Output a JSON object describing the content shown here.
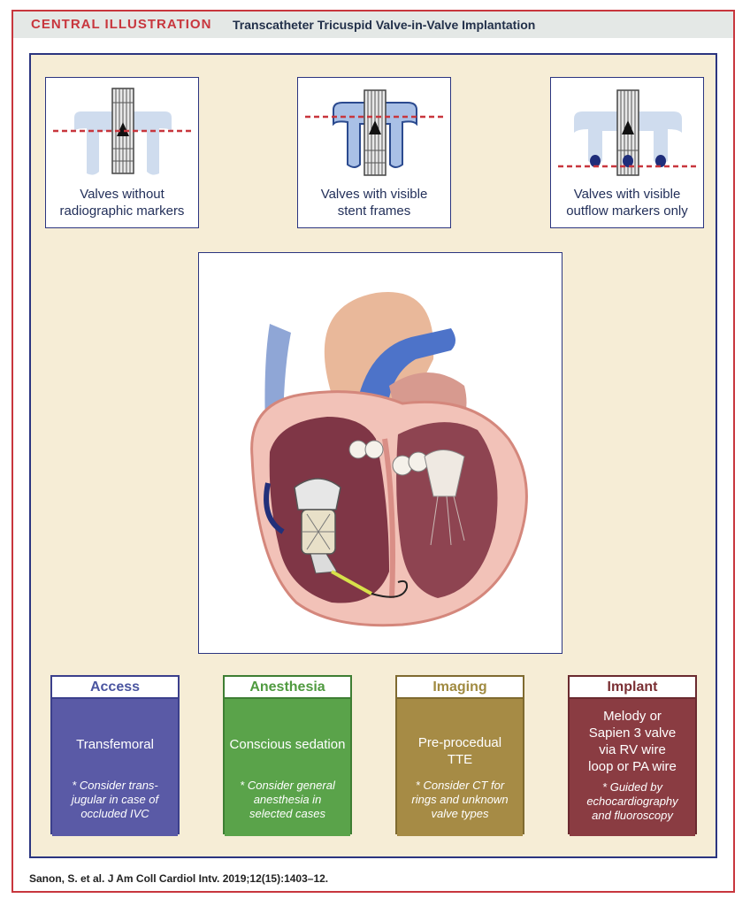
{
  "header": {
    "label": "CENTRAL ILLUSTRATION",
    "title": "Transcatheter Tricuspid Valve-in-Valve Implantation"
  },
  "valve_types": [
    {
      "caption_line1": "Valves without",
      "caption_line2": "radiographic markers"
    },
    {
      "caption_line1": "Valves with visible",
      "caption_line2": "stent frames"
    },
    {
      "caption_line1": "Valves with visible",
      "caption_line2": "outflow markers only"
    }
  ],
  "steps": [
    {
      "title": "Access",
      "main": "Transfemoral",
      "note_lines": [
        "* Consider trans-",
        "jugular in case of",
        "occluded IVC"
      ],
      "colors": {
        "header_text": "#4a55a0",
        "body": "#5a5aa6",
        "border": "#3b3f8c"
      }
    },
    {
      "title": "Anesthesia",
      "main": "Conscious sedation",
      "note_lines": [
        "* Consider general",
        "anesthesia in",
        "selected cases"
      ],
      "colors": {
        "header_text": "#4f9a3f",
        "body": "#5aa34a",
        "border": "#3e7e33"
      }
    },
    {
      "title": "Imaging",
      "main_lines": [
        "Pre-procedual",
        "TTE"
      ],
      "note_lines": [
        "* Consider CT for",
        "rings and unknown",
        "valve types"
      ],
      "colors": {
        "header_text": "#a08a40",
        "body": "#a68b45",
        "border": "#7f6a30"
      }
    },
    {
      "title": "Implant",
      "main_lines": [
        "Melody or",
        "Sapien 3 valve",
        "via RV wire",
        "loop or PA wire"
      ],
      "note_lines": [
        "* Guided by",
        "echocardiography",
        "and fluoroscopy"
      ],
      "colors": {
        "header_text": "#7a2f33",
        "body": "#8a3c42",
        "border": "#6a2a2f"
      }
    }
  ],
  "citation": "Sanon, S. et al. J Am Coll Cardiol Intv. 2019;12(15):1403–12.",
  "colors": {
    "accent": "#c8363d",
    "panel": "#f6edd6",
    "panel_border": "#2b3580"
  }
}
